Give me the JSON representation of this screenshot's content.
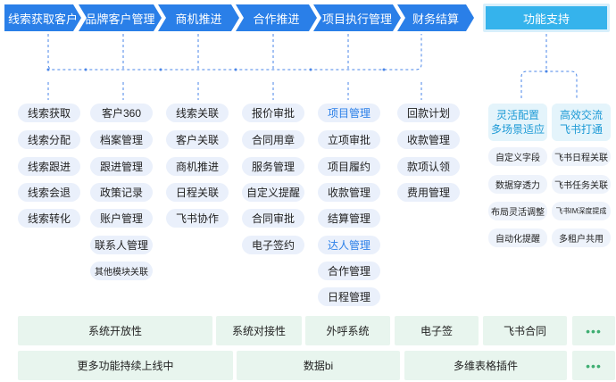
{
  "steps": [
    "线索获取客户",
    "品牌客户管理",
    "商机推进",
    "合作推进",
    "项目执行管理",
    "财务结算"
  ],
  "support_title": "功能支持",
  "columns": [
    {
      "items": [
        {
          "label": "线索获取"
        },
        {
          "label": "线索分配"
        },
        {
          "label": "线索跟进"
        },
        {
          "label": "线索会退"
        },
        {
          "label": "线索转化"
        }
      ]
    },
    {
      "items": [
        {
          "label": "客户360"
        },
        {
          "label": "档案管理"
        },
        {
          "label": "跟进管理"
        },
        {
          "label": "政策记录"
        },
        {
          "label": "账户管理"
        },
        {
          "label": "联系人管理"
        },
        {
          "label": "其他模块关联"
        }
      ]
    },
    {
      "items": [
        {
          "label": "线索关联"
        },
        {
          "label": "客户关联"
        },
        {
          "label": "商机推进"
        },
        {
          "label": "日程关联"
        },
        {
          "label": "飞书协作"
        }
      ]
    },
    {
      "items": [
        {
          "label": "报价审批"
        },
        {
          "label": "合同用章"
        },
        {
          "label": "服务管理"
        },
        {
          "label": "自定义提醒"
        },
        {
          "label": "合同审批"
        },
        {
          "label": "电子签约"
        }
      ]
    },
    {
      "items": [
        {
          "label": "项目管理",
          "highlight": true
        },
        {
          "label": "立项审批"
        },
        {
          "label": "项目履约"
        },
        {
          "label": "收款管理"
        },
        {
          "label": "结算管理"
        },
        {
          "label": "达人管理",
          "highlight": true
        },
        {
          "label": "合作管理"
        },
        {
          "label": "日程管理"
        }
      ]
    },
    {
      "items": [
        {
          "label": "回款计划"
        },
        {
          "label": "收款管理"
        },
        {
          "label": "款项认领"
        },
        {
          "label": "费用管理"
        }
      ]
    }
  ],
  "support": {
    "heads": [
      {
        "line1": "灵活配置",
        "line2": "多场景适应"
      },
      {
        "line1": "高效交流",
        "line2": "飞书打通"
      }
    ],
    "left": [
      "自定义字段",
      "数据穿透力",
      "布局灵活调整",
      "自动化提醒"
    ],
    "right": [
      "飞书日程关联",
      "飞书任务关联",
      "飞书IM深度提成",
      "多租户共用"
    ]
  },
  "bottom_row1": [
    "系统开放性",
    "系统对接性",
    "外呼系统",
    "电子签",
    "飞书合同"
  ],
  "bottom_row2": [
    "更多功能持续上线中",
    "数据bi",
    "多维表格插件"
  ],
  "more_symbol": "•••",
  "colors": {
    "step": "#2a7fe8",
    "support": "#35b3ec",
    "chip": "#eaf0fb",
    "bottom": "#e8f5ee",
    "accent_text": "#2a7fe8"
  }
}
